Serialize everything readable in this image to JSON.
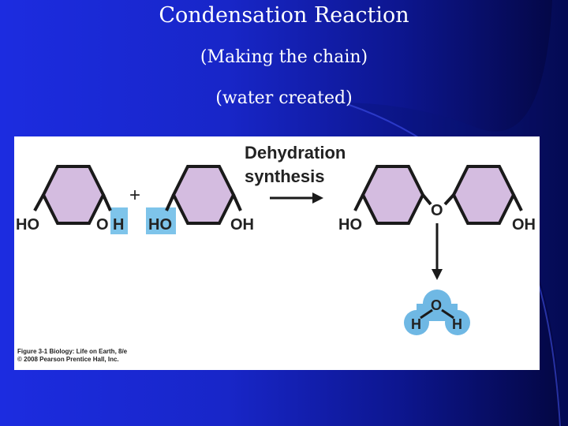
{
  "slide": {
    "title": "Condensation Reaction",
    "subtitle1": "(Making the chain)",
    "subtitle2": "(water created)"
  },
  "figure": {
    "heading_line1": "Dehydration",
    "heading_line2": "synthesis",
    "plus": "+",
    "left_molecule_1": {
      "left_group": "HO",
      "right_o": "O",
      "right_h": "H"
    },
    "left_molecule_2": {
      "left_group": "HO",
      "right_group": "OH"
    },
    "product": {
      "left_group": "HO",
      "bridge_o": "O",
      "right_group": "OH"
    },
    "water": {
      "o": "O",
      "h_left": "H",
      "h_right": "H"
    },
    "caption_line1": "Figure 3-1 Biology: Life on Earth, 8/e",
    "caption_line2": "© 2008 Pearson Prentice Hall, Inc.",
    "colors": {
      "ring_fill": "#d4bce0",
      "highlight": "#7ec4ea",
      "water": "#6fb8e4"
    }
  }
}
